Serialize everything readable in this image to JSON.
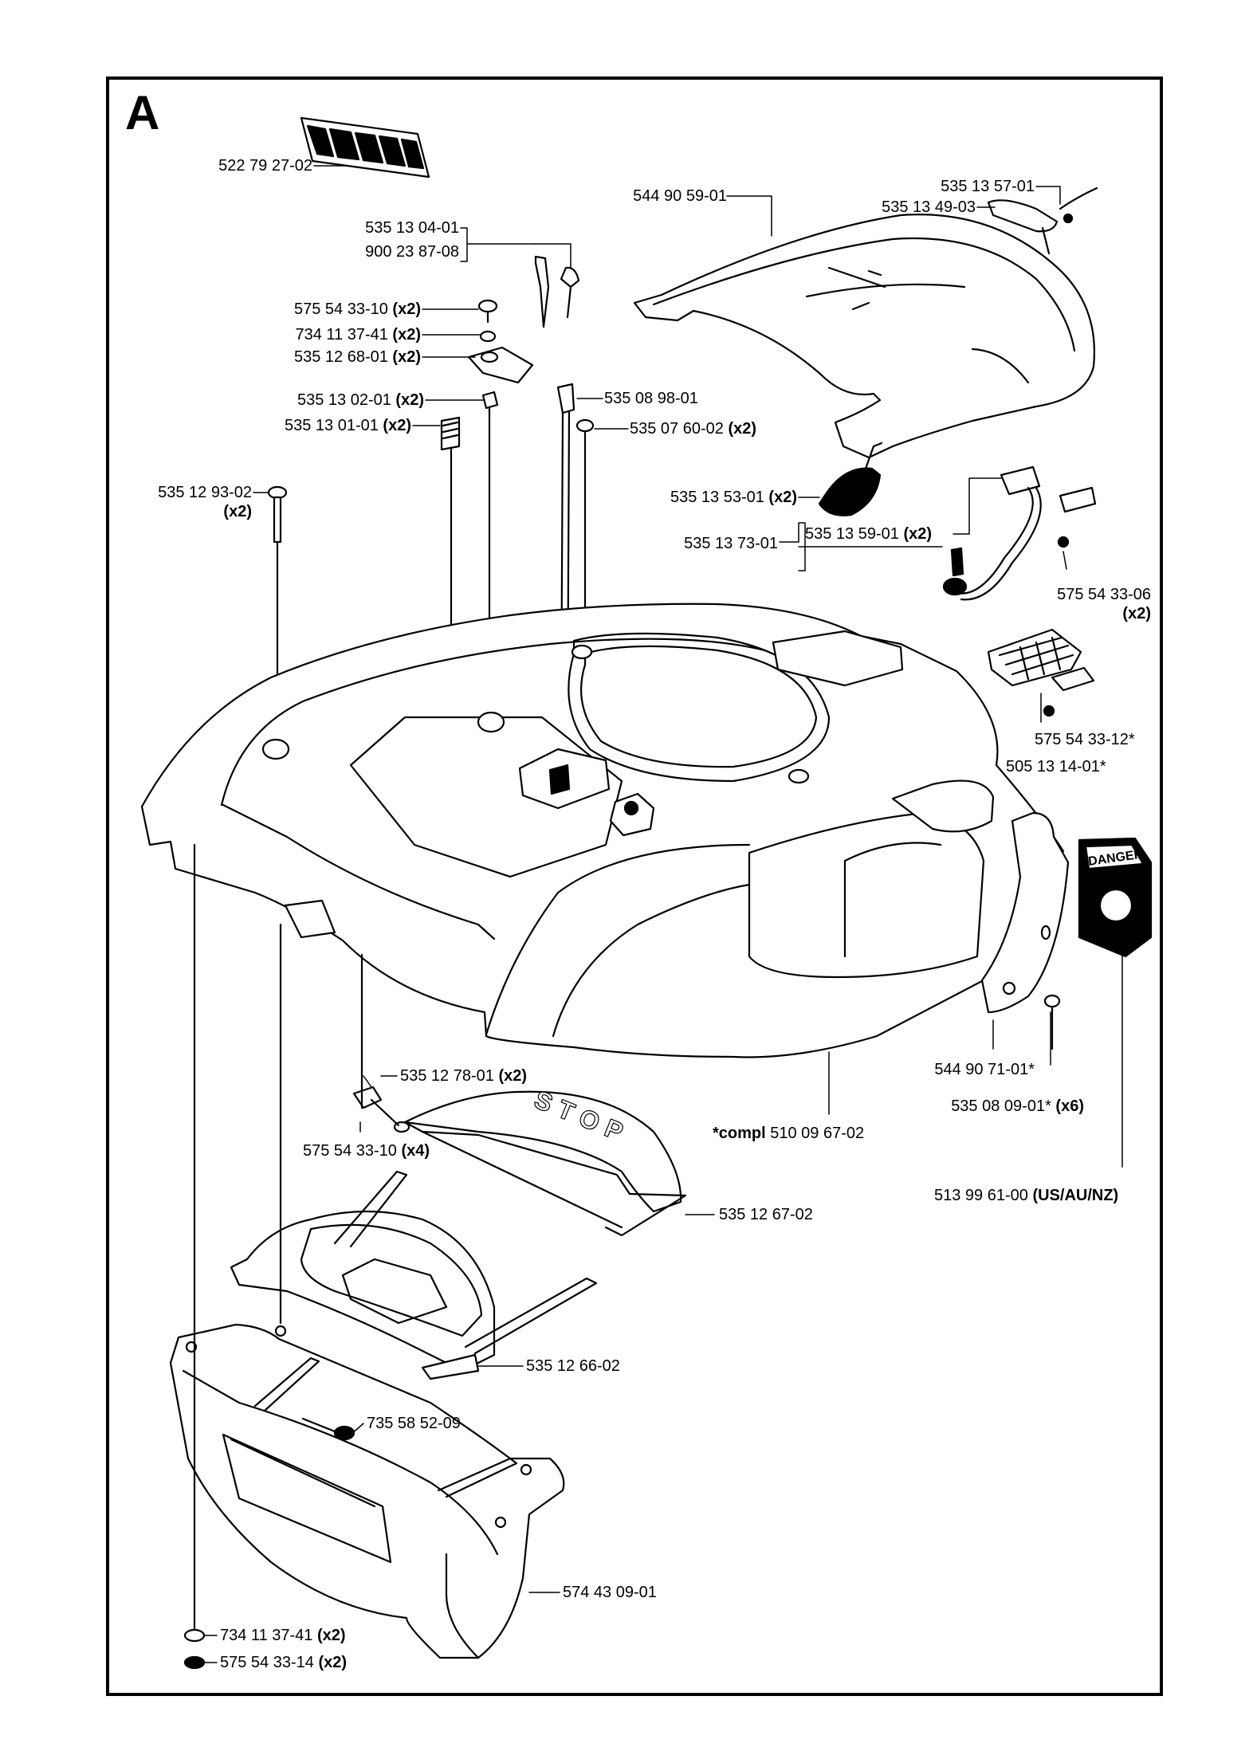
{
  "section_letter": "A",
  "danger_label": "DANGER",
  "stop_label": "STOP",
  "parts": [
    {
      "num": "522 79 27-02",
      "qty": ""
    },
    {
      "num": "544 90 59-01",
      "qty": ""
    },
    {
      "num": "535 13 57-01",
      "qty": ""
    },
    {
      "num": "535 13 49-03",
      "qty": ""
    },
    {
      "num": "535 13 04-01",
      "qty": ""
    },
    {
      "num": "900 23 87-08",
      "qty": ""
    },
    {
      "num": "575 54 33-10",
      "qty": "(x2)"
    },
    {
      "num": "734 11 37-41",
      "qty": "(x2)"
    },
    {
      "num": "535 12 68-01",
      "qty": "(x2)"
    },
    {
      "num": "535 13 02-01",
      "qty": "(x2)"
    },
    {
      "num": "535 08 98-01",
      "qty": ""
    },
    {
      "num": "535 13 01-01",
      "qty": "(x2)"
    },
    {
      "num": "535 07 60-02",
      "qty": "(x2)"
    },
    {
      "num": "535 12 93-02",
      "qty": "(x2)"
    },
    {
      "num": "535 13 53-01",
      "qty": "(x2)"
    },
    {
      "num": "535 13 59-01",
      "qty": "(x2)"
    },
    {
      "num": "535 13 73-01",
      "qty": ""
    },
    {
      "num": "575 54 33-06",
      "qty": "(x2)"
    },
    {
      "num": "575 54 33-12*",
      "qty": ""
    },
    {
      "num": "505 13 14-01*",
      "qty": ""
    },
    {
      "num": "544 90 71-01*",
      "qty": ""
    },
    {
      "num": "535 08 09-01*",
      "qty": "(x6)"
    },
    {
      "num": "510 09 67-02",
      "qty": "",
      "prefix": "*compl"
    },
    {
      "num": "513 99 61-00",
      "qty": "(US/AU/NZ)"
    },
    {
      "num": "535 12 78-01",
      "qty": "(x2)"
    },
    {
      "num": "575 54 33-10",
      "qty": "(x4)"
    },
    {
      "num": "535 12 67-02",
      "qty": ""
    },
    {
      "num": "535 12 66-02",
      "qty": ""
    },
    {
      "num": "735 58 52-09",
      "qty": ""
    },
    {
      "num": "574 43 09-01",
      "qty": ""
    },
    {
      "num": "734 11 37-41",
      "qty": "(x2)"
    },
    {
      "num": "575 54 33-14",
      "qty": "(x2)"
    }
  ]
}
